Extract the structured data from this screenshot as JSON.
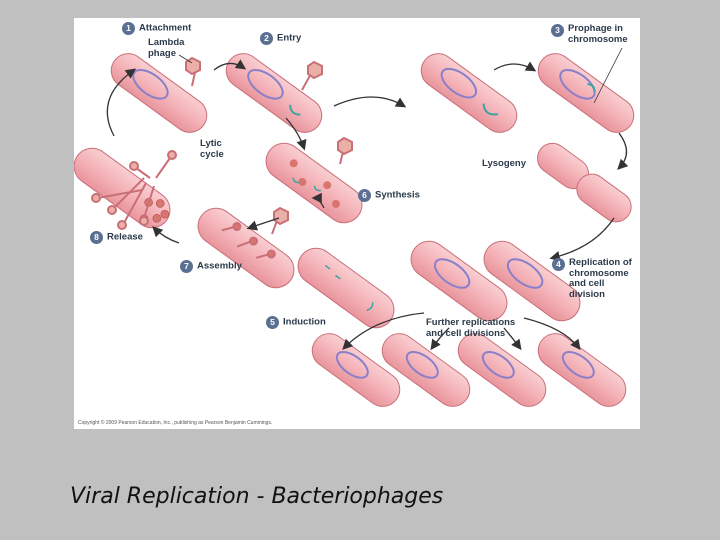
{
  "caption": "Viral Replication - Bacteriophages",
  "copyright": "Copyright © 2009 Pearson Education, Inc., publishing as Pearson Benjamin Cummings.",
  "labels": {
    "attachment": "Attachment",
    "lambda_phage": "Lambda\nphage",
    "entry": "Entry",
    "prophage": "Prophage in\nchromosome",
    "lytic_cycle": "Lytic\ncycle",
    "lysogeny": "Lysogeny",
    "synthesis": "Synthesis",
    "release": "Release",
    "assembly": "Assembly",
    "replication": "Replication of\nchromosome\nand cell\ndivision",
    "induction": "Induction",
    "further": "Further replications\nand cell divisions"
  },
  "steps": {
    "attachment": "1",
    "entry": "2",
    "prophage": "3",
    "replication": "4",
    "induction": "5",
    "synthesis": "6",
    "assembly": "7",
    "release": "8"
  },
  "colors": {
    "cell_fill": "#f4b3b8",
    "cell_edge": "#c96f78",
    "chromosome": "#8a7fc9",
    "prophage_dna": "#3aa3a3",
    "phage": "#d9756f",
    "arrow": "#333333",
    "step_badge": "#5a6f91"
  }
}
